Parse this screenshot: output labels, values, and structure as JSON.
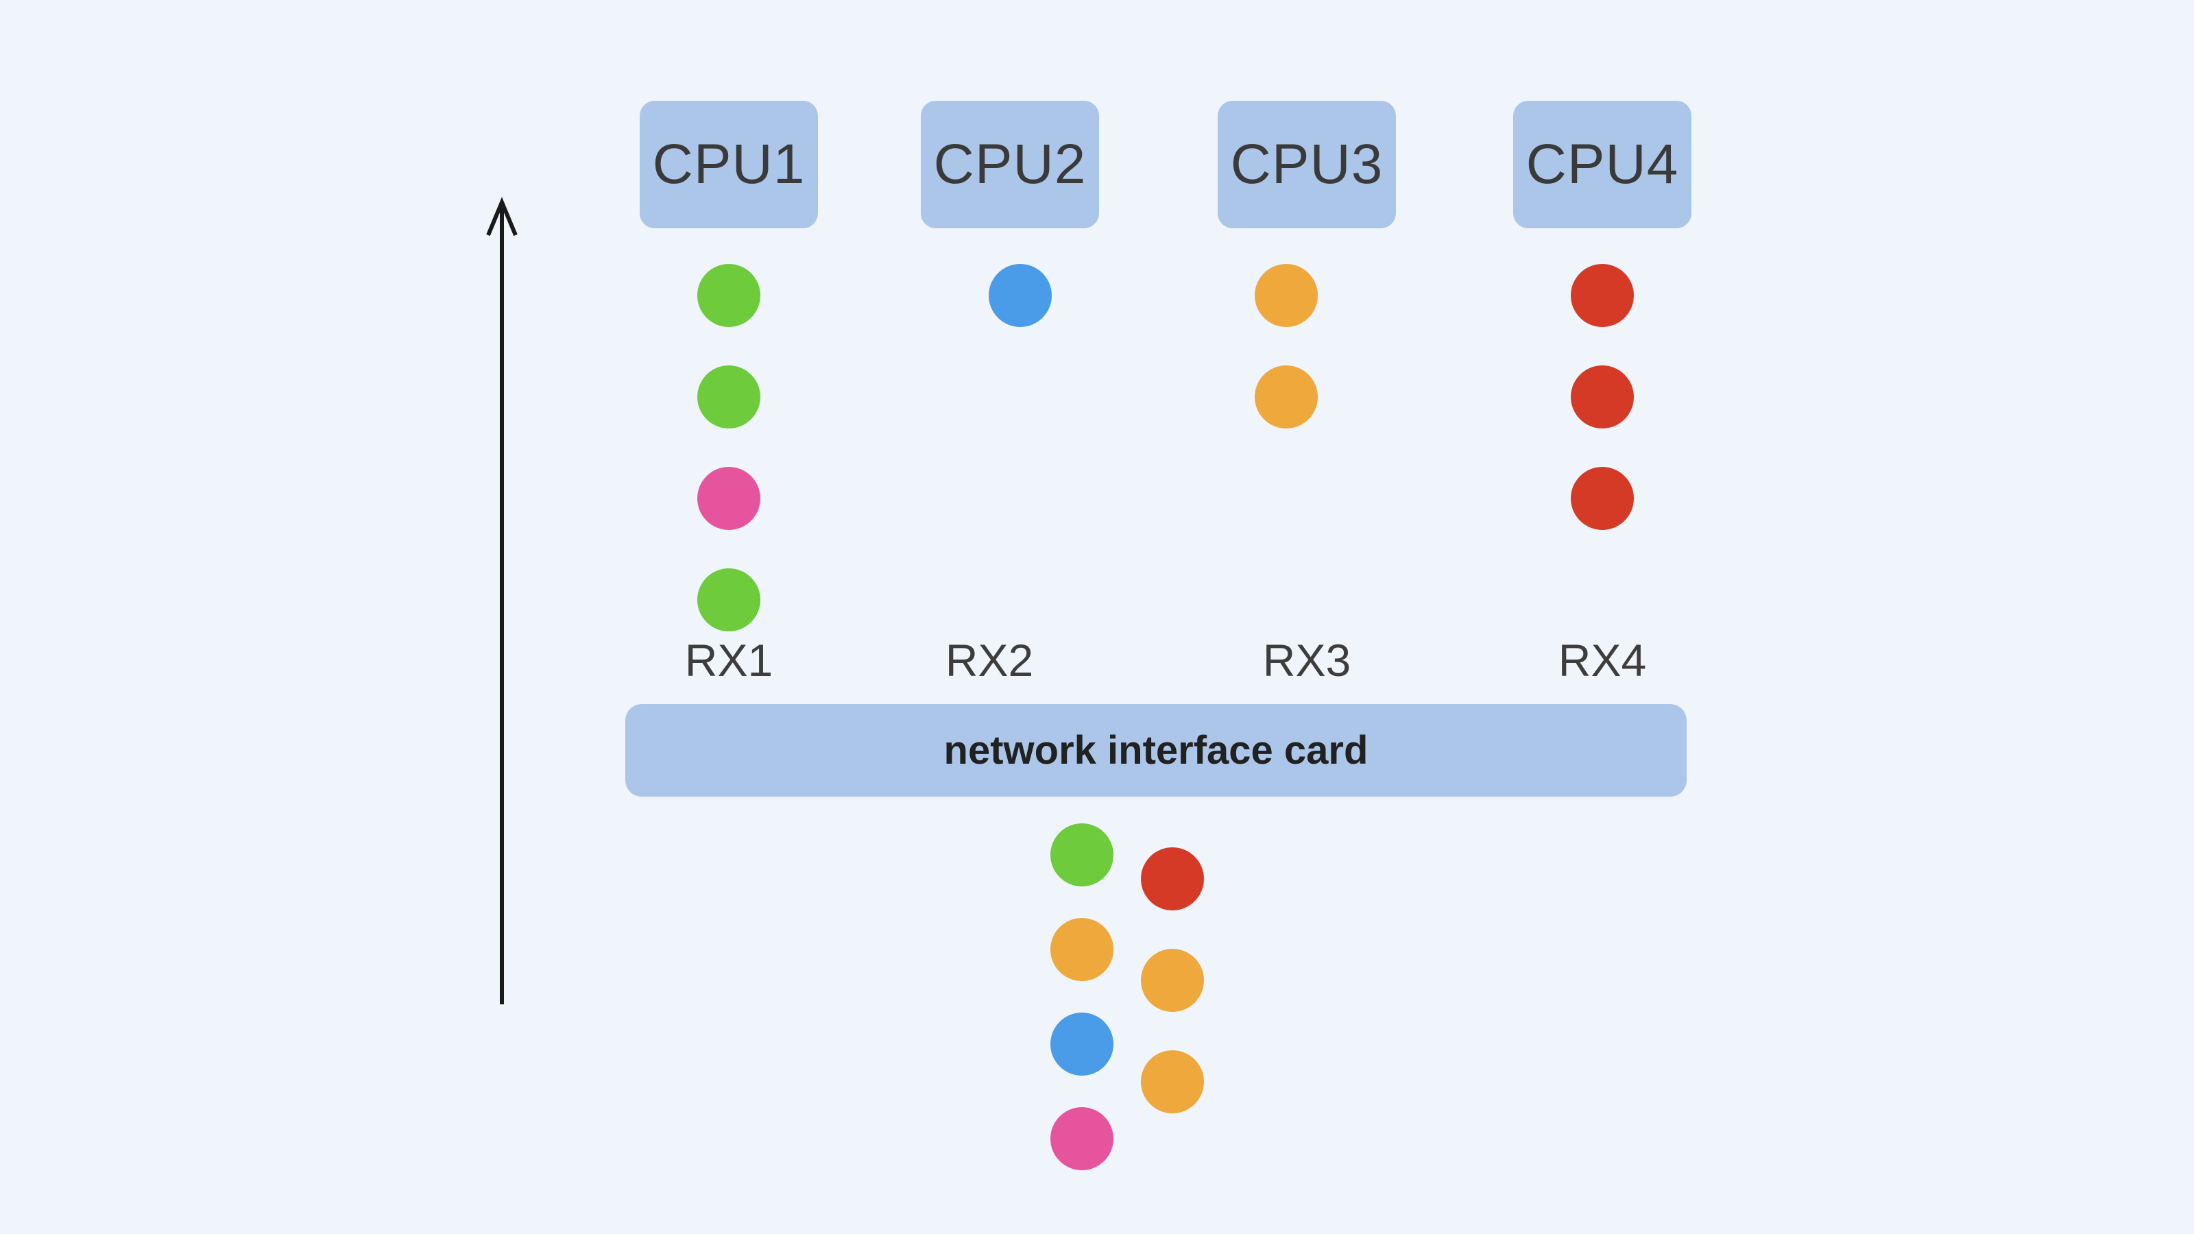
{
  "diagram": {
    "cpus": [
      {
        "label": "CPU1"
      },
      {
        "label": "CPU2"
      },
      {
        "label": "CPU3"
      },
      {
        "label": "CPU4"
      }
    ],
    "rx_queues": [
      {
        "label": "RX1",
        "packets": [
          "green",
          "green",
          "pink",
          "green"
        ]
      },
      {
        "label": "RX2",
        "packets": [
          "blue"
        ]
      },
      {
        "label": "RX3",
        "packets": [
          "orange",
          "orange"
        ]
      },
      {
        "label": "RX4",
        "packets": [
          "red",
          "red",
          "red"
        ]
      }
    ],
    "nic_label": "network interface card",
    "incoming_packets": {
      "left_column": [
        "green",
        "orange",
        "blue",
        "pink"
      ],
      "right_column": [
        "red",
        "orange",
        "orange"
      ]
    },
    "colors": {
      "green": "#6ecb3c",
      "blue": "#4a9be8",
      "orange": "#eea83b",
      "red": "#d43a26",
      "pink": "#e6549e",
      "box": "#abc6e8",
      "background": "#f0f4fb",
      "arrow": "#1a1a1a"
    }
  }
}
